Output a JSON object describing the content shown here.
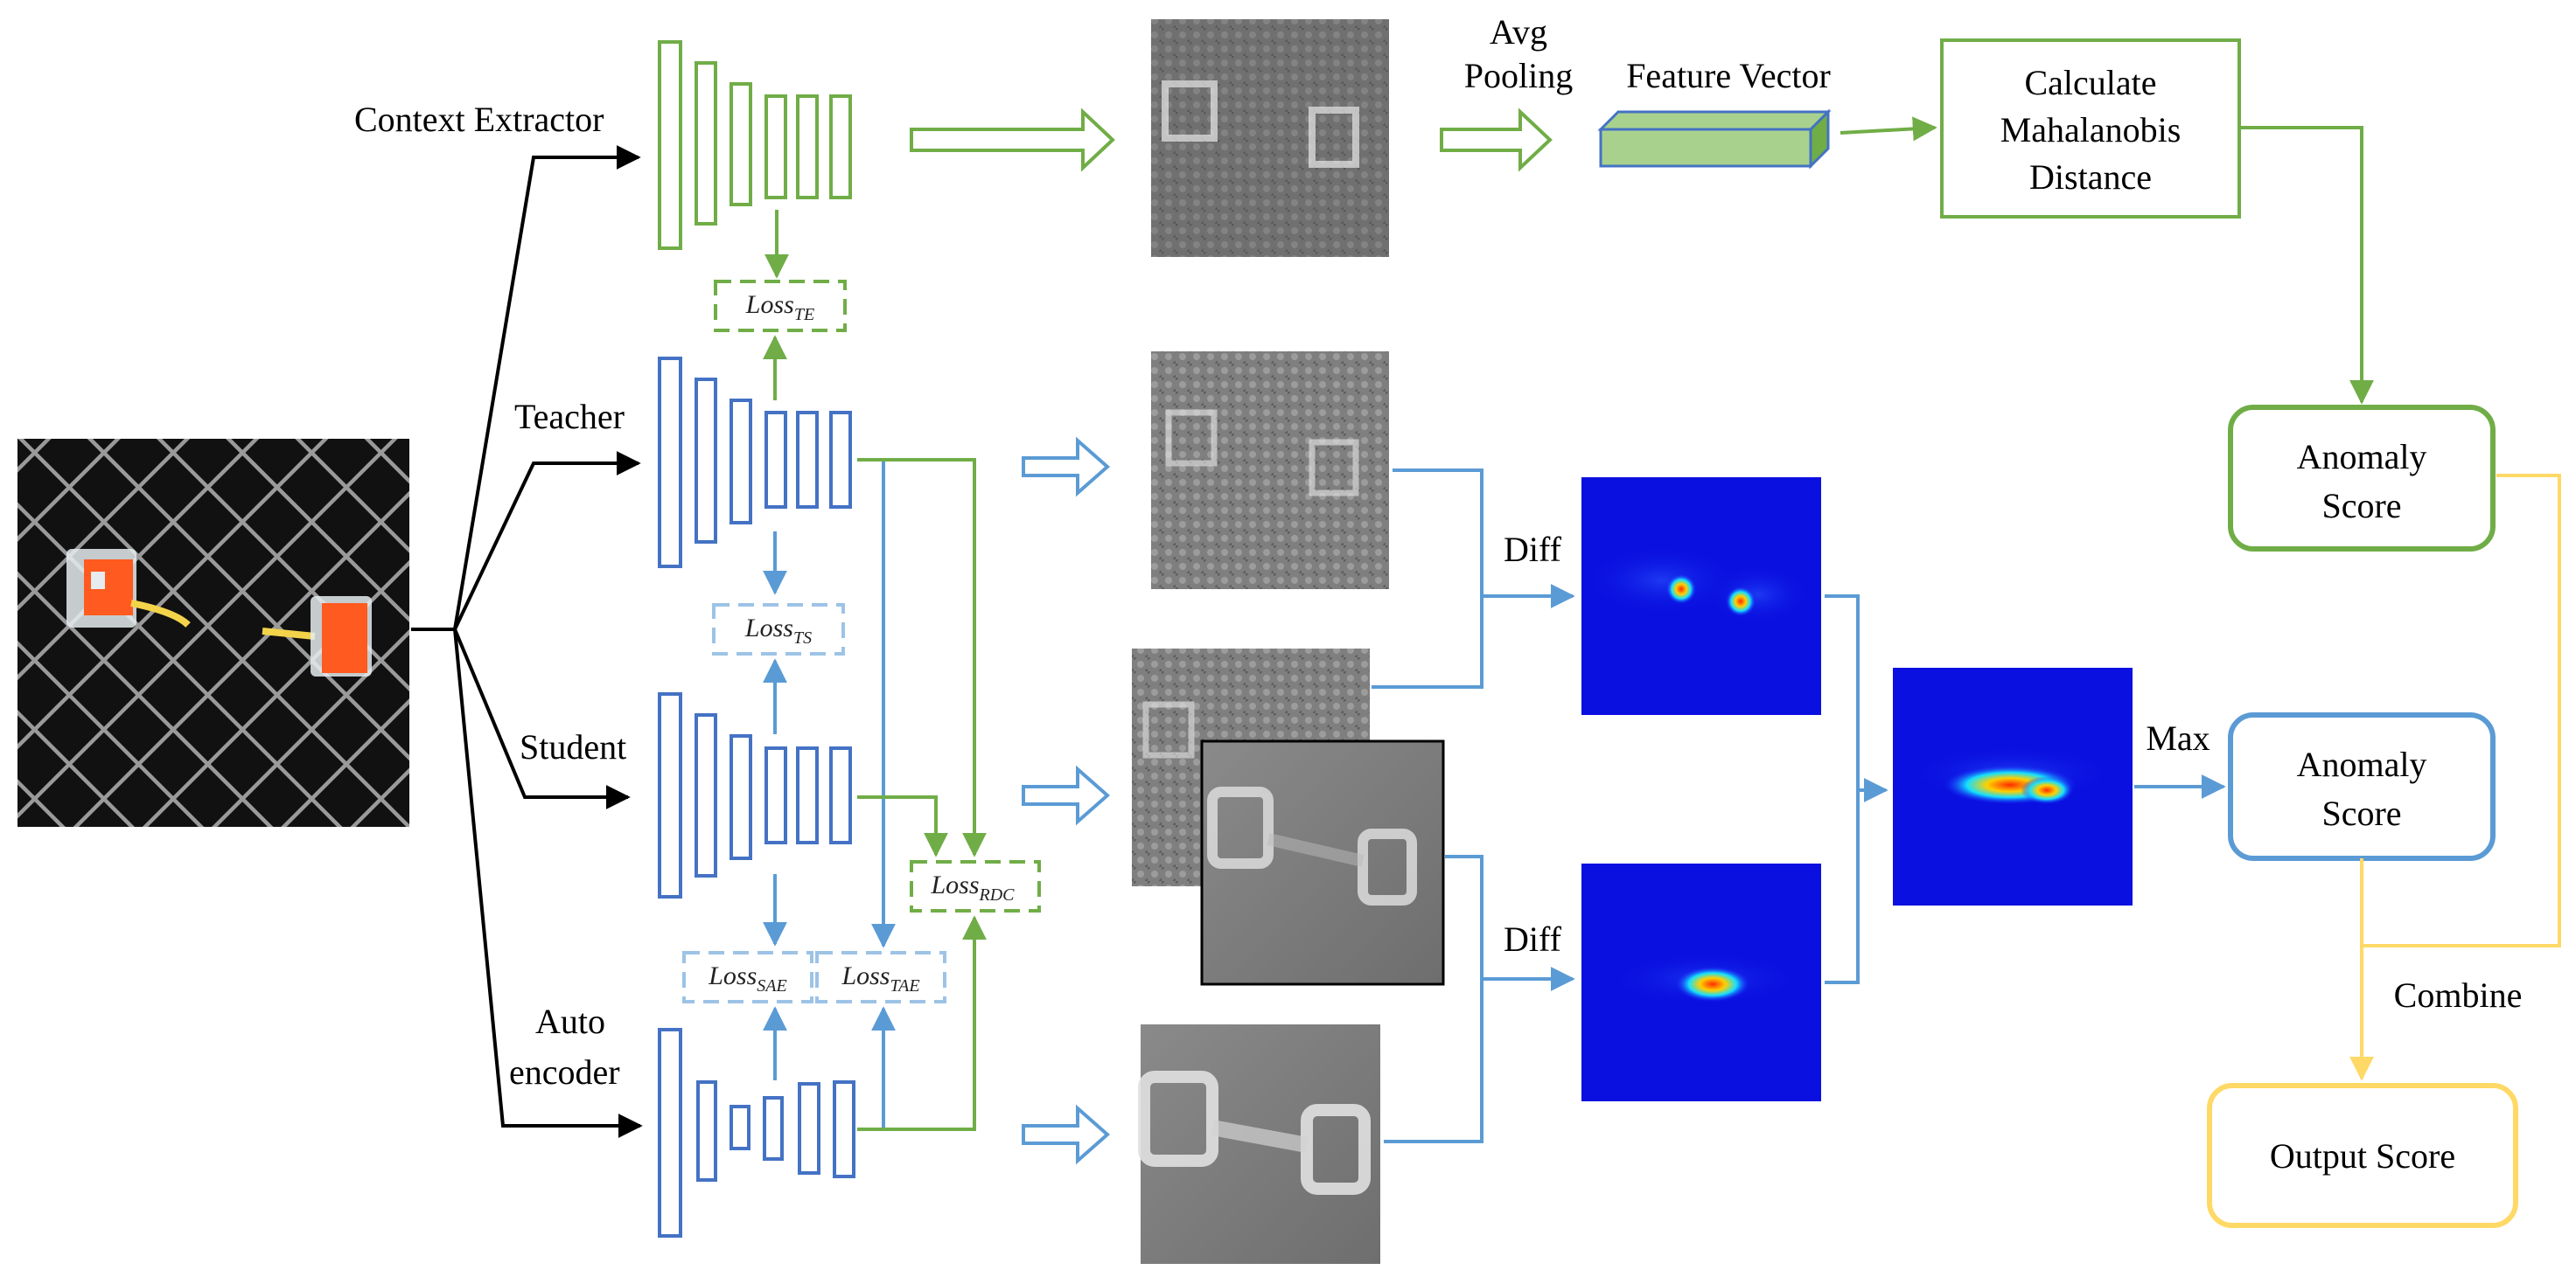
{
  "colors": {
    "green": "#70ad47",
    "blue": "#5b9bd5",
    "darkblue": "#4472c4",
    "lightblue": "#9dc3e6",
    "yellow": "#ffd966",
    "black": "#000000"
  },
  "inputs": {
    "context": "Context Extractor",
    "teacher": "Teacher",
    "student": "Student",
    "auto_line1": "Auto",
    "auto_line2": "encoder"
  },
  "losses": {
    "te": {
      "base": "Loss",
      "sub": "TE"
    },
    "ts": {
      "base": "Loss",
      "sub": "TS"
    },
    "rdc": {
      "base": "Loss",
      "sub": "RDC"
    },
    "sae": {
      "base": "Loss",
      "sub": "SAE"
    },
    "tae": {
      "base": "Loss",
      "sub": "TAE"
    }
  },
  "labels": {
    "avg_line1": "Avg",
    "avg_line2": "Pooling",
    "feature_vector": "Feature Vector",
    "calc_line1": "Calculate",
    "calc_line2": "Mahalanobis",
    "calc_line3": "Distance",
    "diff_top": "Diff",
    "diff_bottom": "Diff",
    "max": "Max",
    "combine": "Combine"
  },
  "boxes": {
    "anomaly_green_line1": "Anomaly",
    "anomaly_green_line2": "Score",
    "anomaly_blue_line1": "Anomaly",
    "anomaly_blue_line2": "Score",
    "output": "Output Score"
  }
}
